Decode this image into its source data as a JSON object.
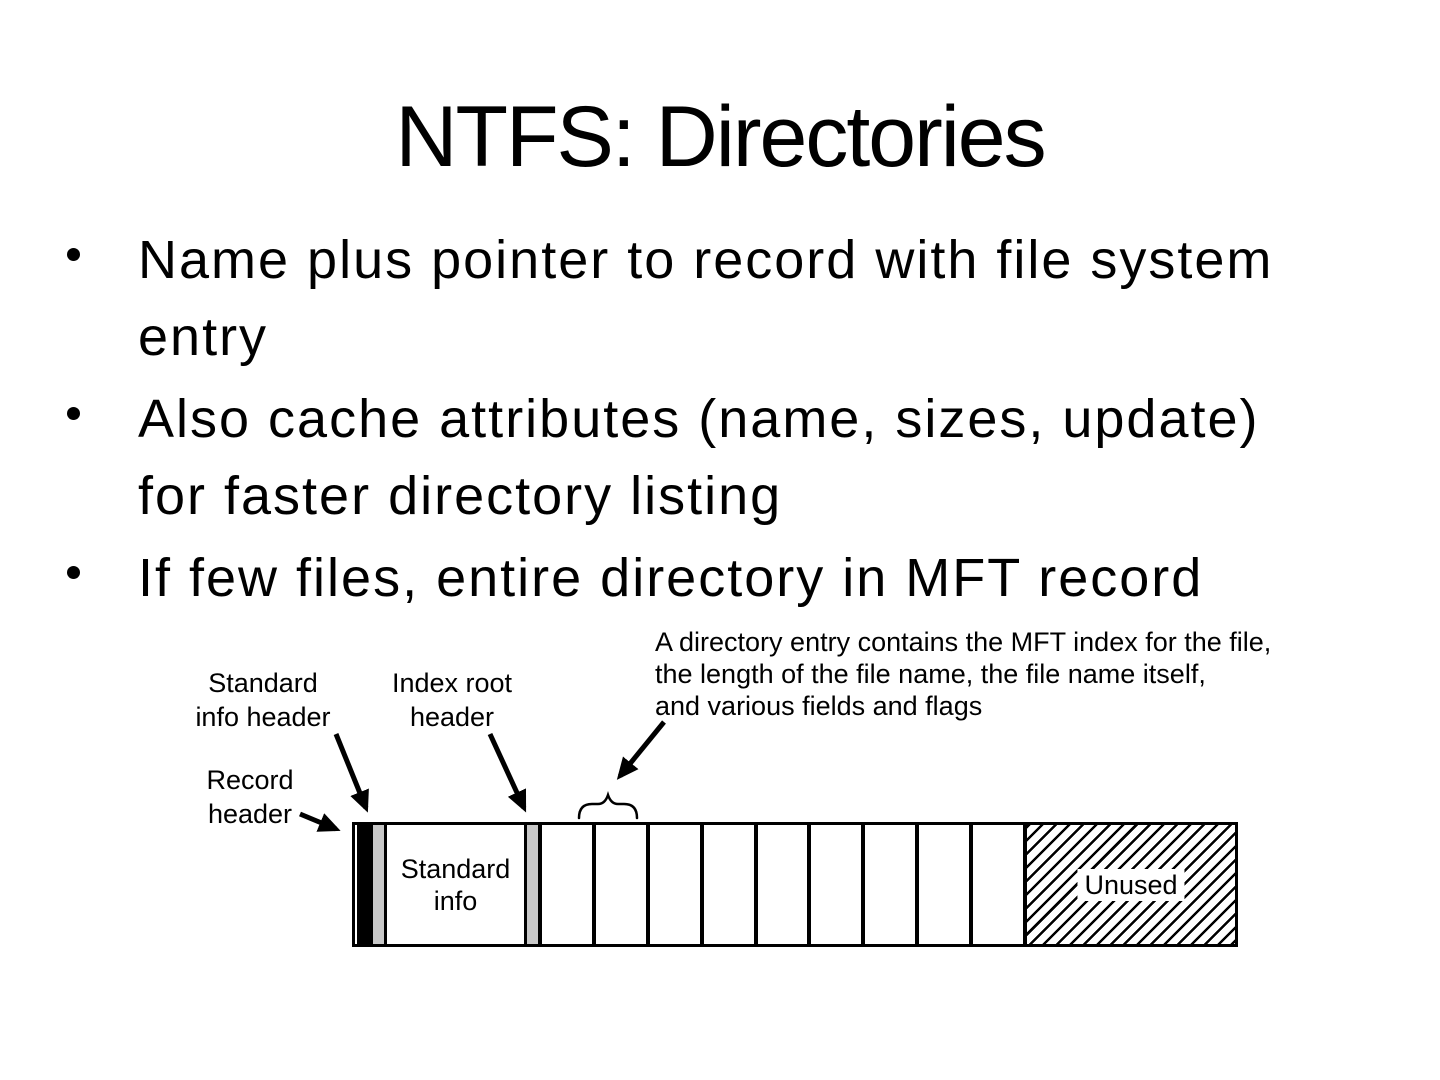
{
  "slide": {
    "title": "NTFS: Directories",
    "bullets": [
      "Name plus pointer to record with file system\nentry",
      "Also cache attributes (name, sizes, update)\nfor faster directory listing",
      "If few files, entire directory in MFT record"
    ]
  },
  "diagram": {
    "labels": {
      "standard_info_header": "Standard\ninfo header",
      "index_root_header": "Index root\nheader",
      "record_header": "Record\nheader",
      "annotation": "A directory entry contains the MFT index for the file,\nthe length of the file name, the file name itself,\nand various fields and flags"
    },
    "record": {
      "standard_info_cell": "Standard\ninfo",
      "unused_cell": "Unused",
      "entry_cell_count": 9
    },
    "colors": {
      "text": "#000000",
      "background": "#ffffff",
      "header_bar_gray": "#c8c8c8",
      "record_header_black": "#000000"
    }
  }
}
